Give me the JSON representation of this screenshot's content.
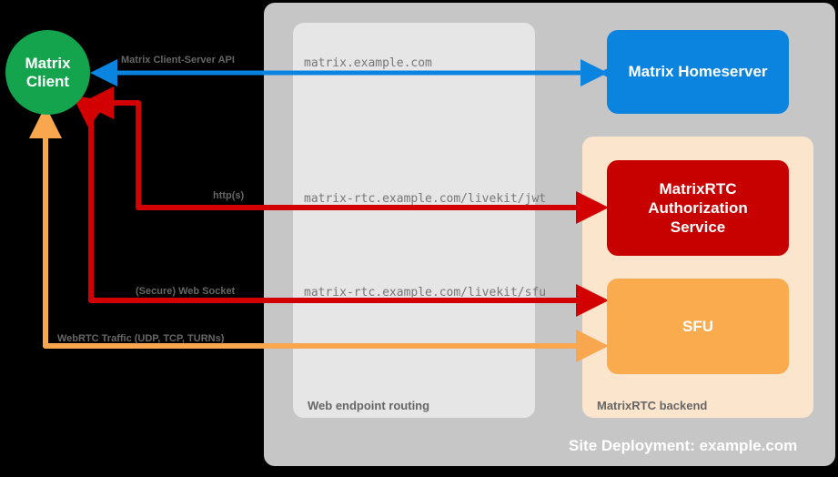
{
  "diagram": {
    "title": "Site Deployment: example.com",
    "colors": {
      "client": "#14a44d",
      "homeserver": "#0b84e0",
      "auth_service": "#c70000",
      "sfu": "#f9ab4e",
      "site_container": "#c6c6c6",
      "web_routing_container": "#e6e6e6",
      "backend_container": "#fce5cd",
      "arrow_blue": "#0b84e0",
      "arrow_red": "#d20000",
      "arrow_orange": "#f9a74e",
      "background": "#000000"
    }
  },
  "nodes": {
    "client": {
      "line1": "Matrix",
      "line2": "Client"
    },
    "homeserver": {
      "label": "Matrix Homeserver"
    },
    "auth_service": {
      "line1": "MatrixRTC",
      "line2": "Authorization",
      "line3": "Service"
    },
    "sfu": {
      "label": "SFU"
    }
  },
  "containers": {
    "web_routing": {
      "caption": "Web endpoint routing"
    },
    "backend": {
      "caption": "MatrixRTC backend"
    },
    "site": {
      "caption": "Site Deployment: example.com"
    }
  },
  "flows": [
    {
      "id": "cs-api",
      "protocol_label": "Matrix Client-Server API",
      "endpoint": "matrix.example.com",
      "color": "#0b84e0",
      "direction": "bidirectional",
      "from": "Matrix Client",
      "to": "Matrix Homeserver"
    },
    {
      "id": "livekit-jwt",
      "protocol_label": "http(s)",
      "endpoint": "matrix-rtc.example.com/livekit/jwt",
      "color": "#d20000",
      "direction": "bidirectional",
      "from": "Matrix Client",
      "to": "MatrixRTC Authorization Service"
    },
    {
      "id": "livekit-sfu",
      "protocol_label": "(Secure) Web Socket",
      "endpoint": "matrix-rtc.example.com/livekit/sfu",
      "color": "#d20000",
      "direction": "bidirectional",
      "from": "Matrix Client",
      "to": "SFU"
    },
    {
      "id": "webrtc-media",
      "protocol_label": "WebRTC Traffic (UDP, TCP, TURNs)",
      "endpoint": "",
      "color": "#f9a74e",
      "direction": "bidirectional",
      "from": "Matrix Client",
      "to": "SFU"
    }
  ]
}
